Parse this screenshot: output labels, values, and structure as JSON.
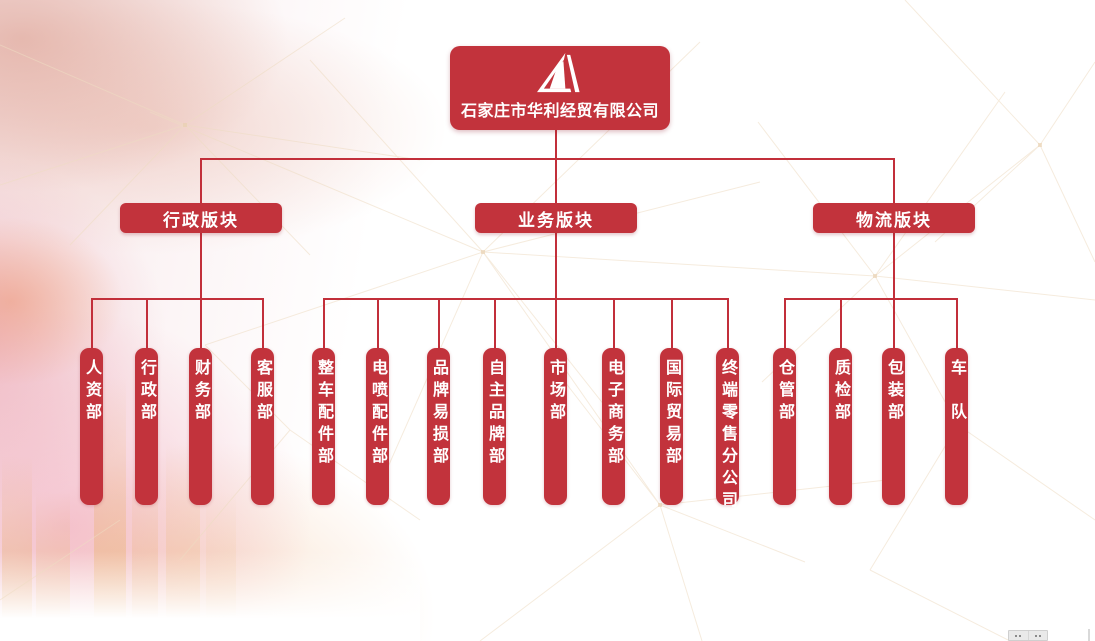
{
  "org": {
    "root": {
      "name": "石家庄市华利经贸有限公司",
      "logo": "huali-tower-logo"
    },
    "branches": [
      {
        "label": "行政版块",
        "departments": [
          "人资部",
          "行政部",
          "财务部",
          "客服部"
        ]
      },
      {
        "label": "业务版块",
        "departments": [
          "整车配件部",
          "电喷配件部",
          "品牌易损部",
          "自主品牌部",
          "市场部",
          "电子商务部",
          "国际贸易部",
          "终端零售分公司"
        ]
      },
      {
        "label": "物流版块",
        "departments": [
          "仓管部",
          "质检部",
          "包装部",
          "车　队"
        ]
      }
    ]
  },
  "colors": {
    "node_red": "#c2333c",
    "line_red": "#c22f3a",
    "text_white": "#ffffff",
    "network_line": "#eedcc3"
  }
}
